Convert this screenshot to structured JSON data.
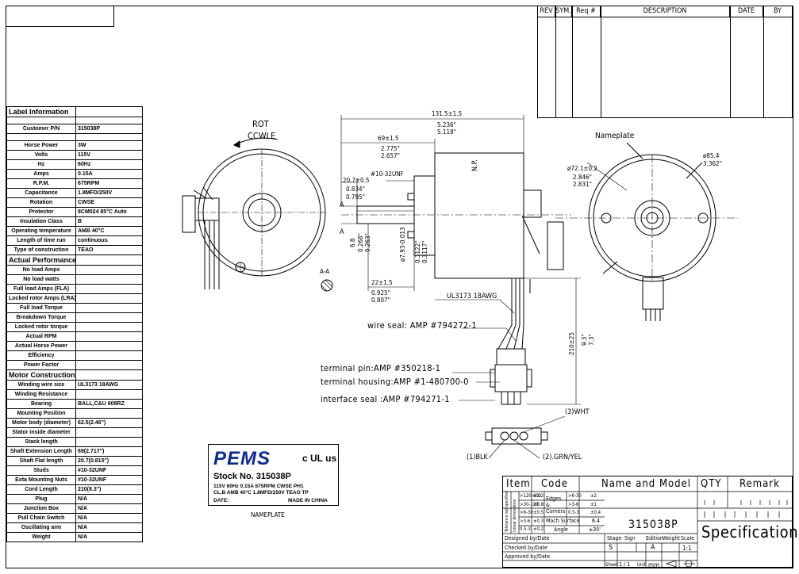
{
  "revision_block": {
    "columns": [
      "REV",
      "SYM.",
      "Req #",
      "DESCRIPTION",
      "DATE",
      "BY"
    ]
  },
  "label_information": {
    "title": "Label Information",
    "rows": [
      {
        "label": "Customer P/N",
        "value": "315038P"
      },
      {
        "label": "Horse Power",
        "value": "3W"
      },
      {
        "label": "Volts",
        "value": "115V"
      },
      {
        "label": "Hz",
        "value": "60Hz"
      },
      {
        "label": "Amps",
        "value": "0.15A"
      },
      {
        "label": "R.P.M.",
        "value": "675RPM"
      },
      {
        "label": "Capacitance",
        "value": "1.8MFD/250V"
      },
      {
        "label": "Rotation",
        "value": "CWSE"
      },
      {
        "label": "Protector",
        "value": "8CM024 85°C Auto"
      },
      {
        "label": "Insulation Class",
        "value": "B"
      },
      {
        "label": "Operating temperature",
        "value": "AMB 40°C"
      },
      {
        "label": "Length of time run",
        "value": "continuous"
      },
      {
        "label": "Type of construction",
        "value": "TEAO"
      }
    ]
  },
  "actual_performance": {
    "title": "Actual Performance",
    "rows": [
      {
        "label": "No load Amps",
        "value": ""
      },
      {
        "label": "No load watts",
        "value": ""
      },
      {
        "label": "Full load Amps (FLA)",
        "value": ""
      },
      {
        "label": "Locked rotor Amps (LRA)",
        "value": ""
      },
      {
        "label": "Full load Torque",
        "value": ""
      },
      {
        "label": "Breakdown Torque",
        "value": ""
      },
      {
        "label": "Locked rotor torque",
        "value": ""
      },
      {
        "label": "Actual RPM",
        "value": ""
      },
      {
        "label": "Actual Horse Power",
        "value": ""
      },
      {
        "label": "Efficiency",
        "value": ""
      },
      {
        "label": "Power Factor",
        "value": ""
      }
    ]
  },
  "motor_construction": {
    "title": "Motor Construction",
    "rows": [
      {
        "label": "Winding wire size",
        "value": "UL3173 18AWG"
      },
      {
        "label": "Winding Resistance",
        "value": ""
      },
      {
        "label": "Bearing",
        "value": "BALL,C&U 608RZ"
      },
      {
        "label": "Mounting Position",
        "value": ""
      },
      {
        "label": "Motor body (diameter)",
        "value": "62.5(2.46\")"
      },
      {
        "label": "Stator inside diameter",
        "value": ""
      },
      {
        "label": "Stack length",
        "value": ""
      },
      {
        "label": "Shaft Extension Length",
        "value": "69(2.717\")"
      },
      {
        "label": "Shaft Flat length",
        "value": "20.7(0.815\")"
      },
      {
        "label": "Studs",
        "value": "#10-32UNF"
      },
      {
        "label": "Exta Mounting Nuts",
        "value": "#10-32UNF"
      },
      {
        "label": "Cord Length",
        "value": "210(8.3\")"
      },
      {
        "label": "Plug",
        "value": "N/A"
      },
      {
        "label": "Junction Box",
        "value": "N/A"
      },
      {
        "label": "Pull Chain Switch",
        "value": "N/A"
      },
      {
        "label": "Oscillating arm",
        "value": "N/A"
      },
      {
        "label": "Weight",
        "value": "N/A"
      }
    ]
  },
  "drawing": {
    "rotation_label": "ROT",
    "rotation_dir": "CCWLE",
    "section_label": "A-A",
    "section_mark": "A",
    "nameplate_callout": "Nameplate",
    "nameplate_caption": "NAMEPLATE",
    "housing_mark": "N.P.",
    "dims": {
      "overall": "131.5±1.5",
      "overall_in_a": "5.236\"",
      "overall_in_b": "5.118\"",
      "shaft_ext": "69±1.5",
      "shaft_ext_in_a": "2.775\"",
      "shaft_ext_in_b": "2.657\"",
      "flat": "20.7±0.5",
      "flat_in_a": "0.834\"",
      "flat_in_b": "0.795\"",
      "stud": "#10-32UNF",
      "flat_depth": "6.8",
      "flat_depth_in_a": "0.268\"",
      "flat_depth_in_b": "0.263\"",
      "shaft_dia": "ø7.93-0.013",
      "shaft_dia_in_a": "0.3122\"",
      "shaft_dia_in_b": "0.3117\"",
      "hub": "22±1.5",
      "hub_in_a": "0.925\"",
      "hub_in_b": "0.807\"",
      "bolt_circle": "ø72.1±0.2",
      "bolt_circle_in_a": "2.846\"",
      "bolt_circle_in_b": "2.831\"",
      "body_dia": "ø85.4",
      "body_dia_in": "3.362\"",
      "lead_len": "210±25",
      "lead_len_in_a": "9.3\"",
      "lead_len_in_b": "7.3\""
    },
    "wire_callout": "UL3173 18AWG",
    "wire_seal": "wire seal: AMP #794272-1",
    "terminal_pin": "terminal pin:AMP #350218-1",
    "terminal_housing": "terminal housing:AMP #1-480700-0",
    "interface_seal": "interface seal :AMP #794271-1",
    "wire_colors": {
      "white": "(3)WHT",
      "black": "(1)BLK",
      "green": "(2).GRN/YEL"
    }
  },
  "nameplate": {
    "logo": "PEMS",
    "cert": "c UL us",
    "stock": "Stock No. 315038P",
    "line1": "115V  60Hz  0.15A  675RPM  CWSE  PH1",
    "line2": "CL.B  AMB 40°C  1.8MFD/250V  TEAO   TP",
    "date_label": "DATE:",
    "made_in": "MADE IN CHINA",
    "brand_color": "#0d2b8c"
  },
  "title_block": {
    "headers": {
      "item": "Item",
      "code": "Code",
      "name": "Name and Model",
      "qty": "QTY",
      "remark": "Remark"
    },
    "tolerance_side_label": "Tolerance not specified",
    "linear_label": "Linear dimensions",
    "tolerances": [
      {
        "range": ">120-400",
        "tol": "±1.2"
      },
      {
        "range": ">30-120",
        "tol": "±0.8"
      },
      {
        "range": ">6-30",
        "tol": "±0.5"
      },
      {
        "range": ">3-6",
        "tol": "±0.3"
      },
      {
        "range": "0.5-3",
        "tol": "±0.2"
      }
    ],
    "edges_label": "Edges & Corners",
    "edge_tols": [
      {
        "range": ">6-30",
        "tol": "±2"
      },
      {
        "range": ">3-6",
        "tol": "±1"
      },
      {
        "range": "0.5-3",
        "tol": "±0.4"
      }
    ],
    "mach_surface": "Mach.Surface",
    "mach_value": "6.4",
    "angle_label": "Angle",
    "angle_tol": "±30'",
    "model": "315038P",
    "document_type": "Specification",
    "designed_by": "Designed by/Date",
    "checked_by": "Checked by/Date",
    "approved_by": "Approved by/Date",
    "stage": "Stage",
    "sign": "Sign",
    "edition": "Edition",
    "weight": "Weight",
    "scale": "Scale",
    "stage_value": "S",
    "edition_value": "A",
    "scale_value": "1:1",
    "sheet": "Sheet",
    "sheet_value": "1 / 1",
    "unit": "Unit",
    "unit_value": "mm"
  }
}
